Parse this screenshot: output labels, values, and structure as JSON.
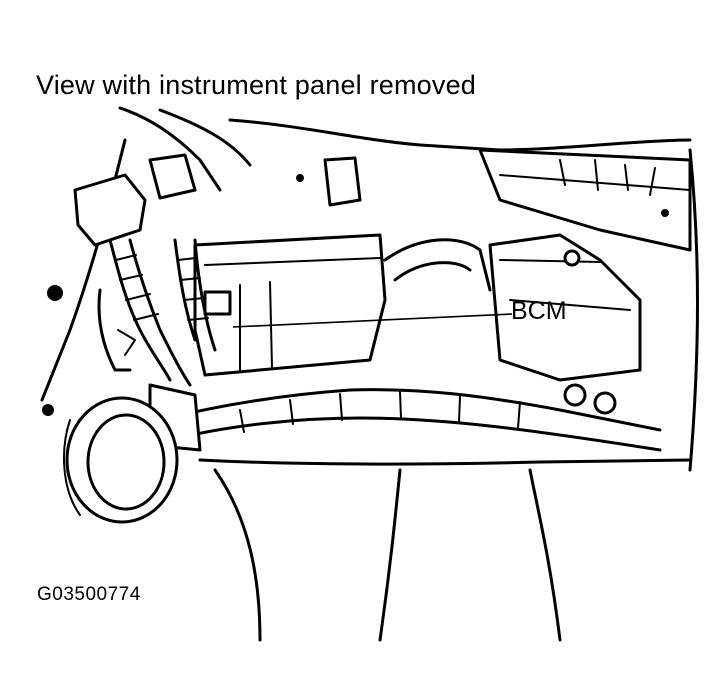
{
  "diagram": {
    "title": "View with instrument panel removed",
    "callout_label": "BCM",
    "figure_id": "G03500774"
  }
}
